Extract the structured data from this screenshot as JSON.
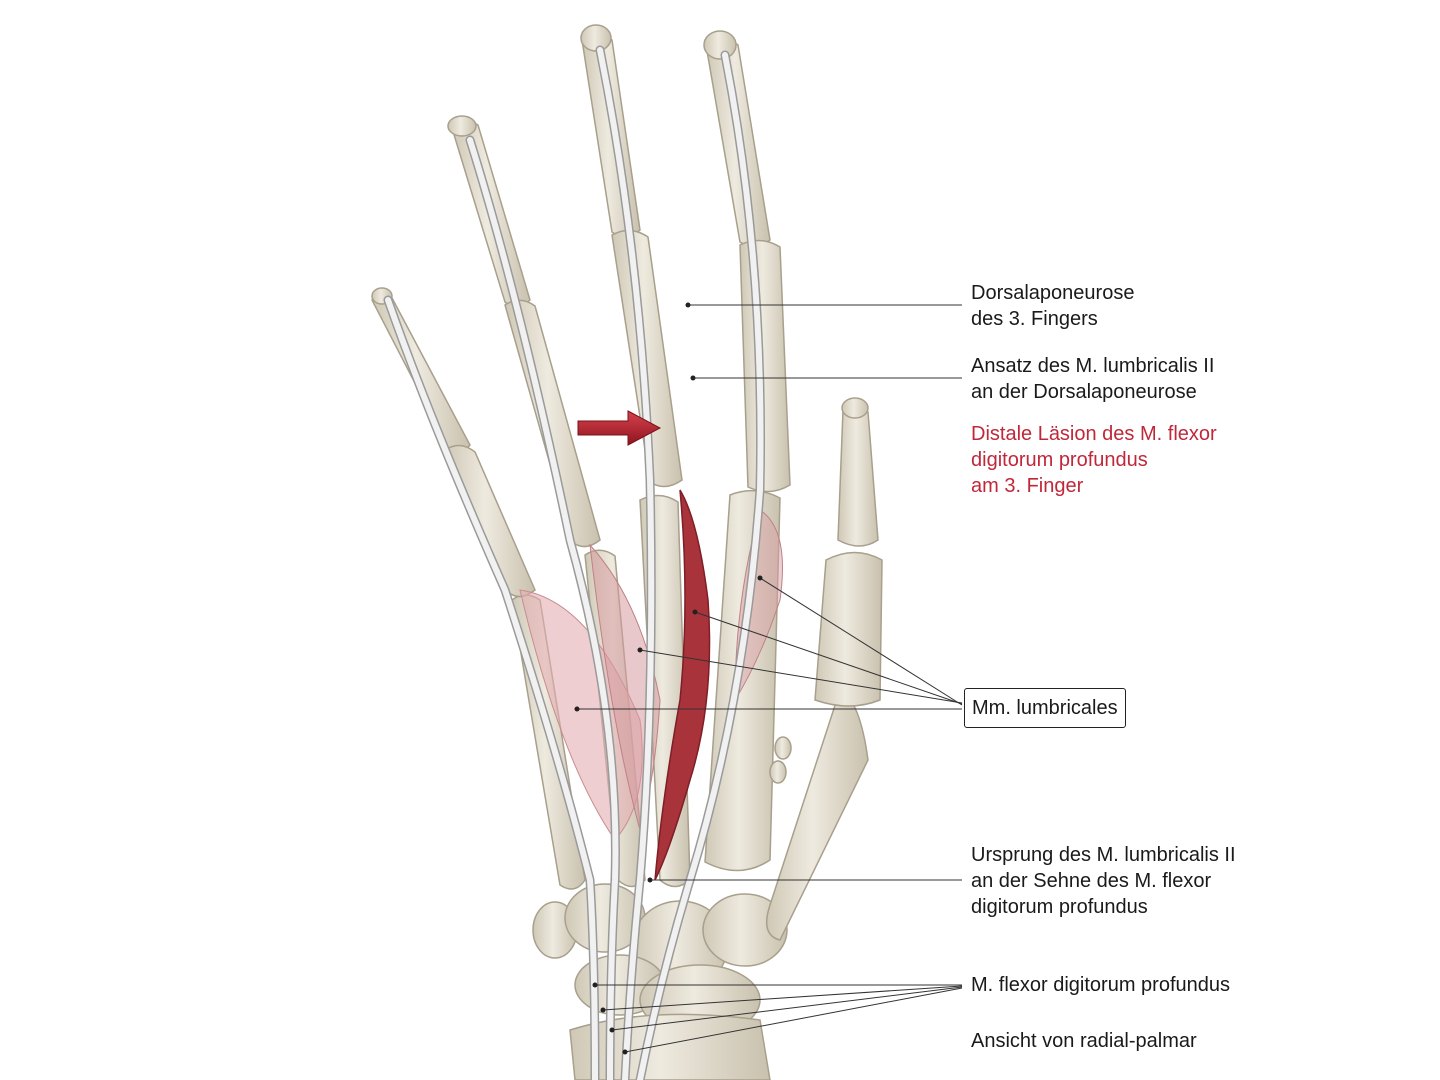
{
  "labels": {
    "dorsalaponeurose": [
      "Dorsalaponeurose",
      "des 3. Fingers"
    ],
    "ansatz": [
      "Ansatz des M. lumbricalis II",
      "an der Dorsalaponeurose"
    ],
    "laesion": [
      "Distale Läsion des M. flexor",
      "digitorum profundus",
      "am 3. Finger"
    ],
    "lumbricales": "Mm. lumbricales",
    "ursprung": [
      "Ursprung des M. lumbricalis II",
      "an der Sehne des M. flexor",
      "digitorum profundus"
    ],
    "flexor": "M. flexor digitorum profundus",
    "ansicht": "Ansicht von radial-palmar"
  },
  "colors": {
    "bone": "#e6e0d0",
    "bone_outline": "#a89f8c",
    "tendon": "#f1f1f1",
    "tendon_outline": "#9a9a9a",
    "muscle_light": "#e2aeb0",
    "muscle_dark": "#a8333b",
    "lesion_arrow": "#b51f2c",
    "lesion_text": "#c0283a",
    "leader_line": "#333333"
  }
}
